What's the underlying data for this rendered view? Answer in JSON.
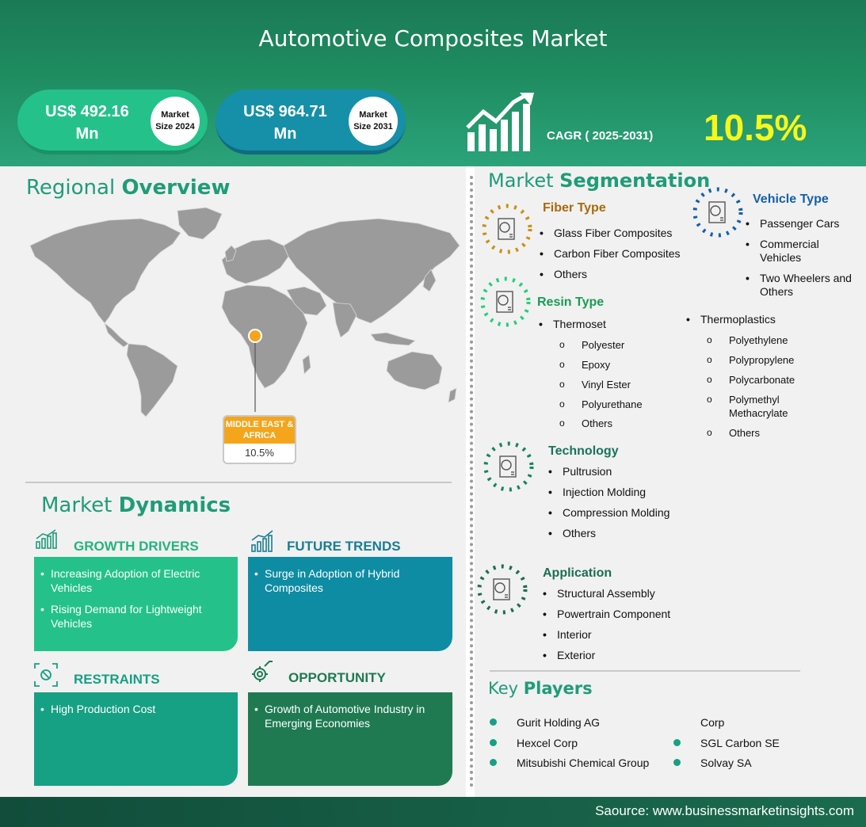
{
  "header": {
    "title": "Automotive Composites Market",
    "stat1": {
      "value_line1": "US$ 492.16",
      "value_line2": "Mn",
      "label_line1": "Market",
      "label_line2": "Size 2024"
    },
    "stat2": {
      "value_line1": "US$ 964.71",
      "value_line2": "Mn",
      "label_line1": "Market",
      "label_line2": "Size 2031"
    },
    "cagr_label": "CAGR ( 2025-2031)",
    "cagr_value": "10.5%"
  },
  "regional": {
    "heading_a": "Regional ",
    "heading_b": "Overview",
    "region_name": "MIDDLE EAST & AFRICA",
    "region_value": "10.5%"
  },
  "dynamics": {
    "heading_a": "Market ",
    "heading_b": "Dynamics",
    "drivers": {
      "title": "GROWTH DRIVERS",
      "items": [
        "Increasing Adoption of Electric Vehicles",
        "Rising Demand for Lightweight Vehicles"
      ]
    },
    "trends": {
      "title": "FUTURE TRENDS",
      "items": [
        "Surge in Adoption of Hybrid Composites"
      ]
    },
    "restraints": {
      "title": "RESTRAINTS",
      "items": [
        "High Production Cost"
      ]
    },
    "opportunity": {
      "title": "OPPORTUNITY",
      "items": [
        "Growth of Automotive Industry in Emerging Economies"
      ]
    }
  },
  "segmentation": {
    "heading_a": "Market ",
    "heading_b": "Segmentation",
    "fiber": {
      "title": "Fiber Type",
      "items": [
        "Glass Fiber Composites",
        "Carbon Fiber Composites",
        "Others"
      ]
    },
    "vehicle": {
      "title": "Vehicle Type",
      "items": [
        "Passenger Cars",
        "Commercial Vehicles",
        "Two Wheelers and Others"
      ]
    },
    "resin": {
      "title": "Resin Type",
      "thermoset": {
        "label": "Thermoset",
        "items": [
          "Polyester",
          "Epoxy",
          "Vinyl Ester",
          "Polyurethane",
          "Others"
        ]
      },
      "thermoplastics": {
        "label": "Thermoplastics",
        "items": [
          "Polyethylene",
          "Polypropylene",
          "Polycarbonate",
          "Polymethyl Methacrylate",
          "Others"
        ]
      }
    },
    "technology": {
      "title": "Technology",
      "items": [
        "Pultrusion",
        "Injection Molding",
        "Compression Molding",
        "Others"
      ]
    },
    "application": {
      "title": "Application",
      "items": [
        "Structural Assembly",
        "Powertrain Component",
        "Interior",
        "Exterior"
      ]
    }
  },
  "key_players": {
    "heading_a": "Key ",
    "heading_b": "Players",
    "col1": [
      "Gurit Holding AG",
      "Hexcel Corp",
      "Mitsubishi Chemical Group"
    ],
    "col2_top": "Corp",
    "col2": [
      "SGL Carbon SE",
      "Solvay SA"
    ]
  },
  "footer": {
    "source": "Saource: www.businessmarketinsights.com"
  },
  "colors": {
    "teal": "#1f9c78",
    "green_card": "#24c28a",
    "blue_card": "#0e8ca3",
    "restraint_card": "#16a084",
    "opportunity_card": "#1f7a52",
    "cagr_yellow": "#f7f71a",
    "orange": "#f4a51c"
  }
}
